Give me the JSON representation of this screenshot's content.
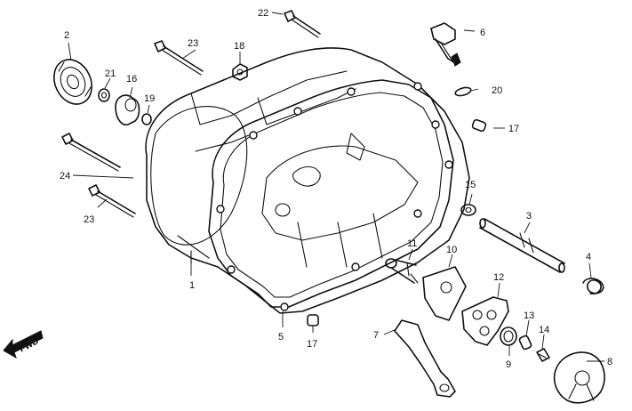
{
  "callouts": [
    {
      "id": "c1",
      "text": "1"
    },
    {
      "id": "c2",
      "text": "2"
    },
    {
      "id": "c3",
      "text": "3"
    },
    {
      "id": "c4",
      "text": "4"
    },
    {
      "id": "c5",
      "text": "5"
    },
    {
      "id": "c6",
      "text": "6"
    },
    {
      "id": "c7",
      "text": "7"
    },
    {
      "id": "c8",
      "text": "8"
    },
    {
      "id": "c9",
      "text": "9"
    },
    {
      "id": "c10",
      "text": "10"
    },
    {
      "id": "c11",
      "text": "11"
    },
    {
      "id": "c12",
      "text": "12"
    },
    {
      "id": "c13",
      "text": "13"
    },
    {
      "id": "c14",
      "text": "14"
    },
    {
      "id": "c15",
      "text": "15"
    },
    {
      "id": "c16",
      "text": "16"
    },
    {
      "id": "c17a",
      "text": "17"
    },
    {
      "id": "c17b",
      "text": "17"
    },
    {
      "id": "c18",
      "text": "18"
    },
    {
      "id": "c19",
      "text": "19"
    },
    {
      "id": "c20",
      "text": "20"
    },
    {
      "id": "c21",
      "text": "21"
    },
    {
      "id": "c22",
      "text": "22"
    },
    {
      "id": "c23a",
      "text": "23"
    },
    {
      "id": "c23b",
      "text": "23"
    },
    {
      "id": "c24",
      "text": "24"
    }
  ],
  "direction_marker": {
    "text": "FWD"
  }
}
